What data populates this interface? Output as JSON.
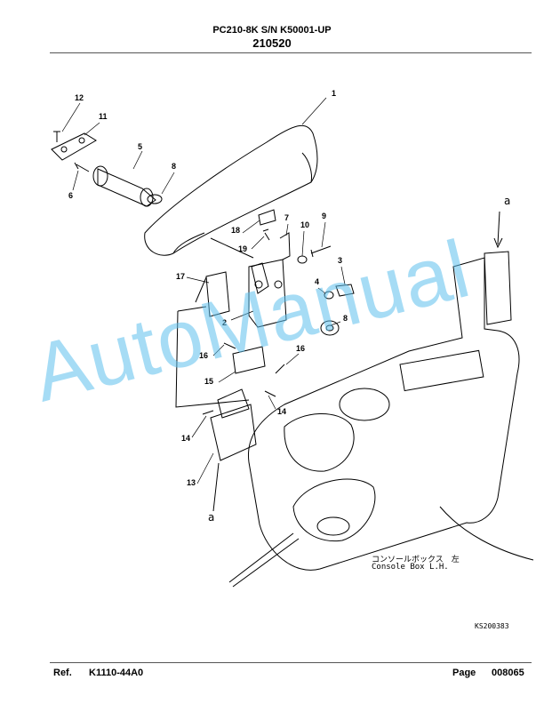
{
  "header": {
    "model": "PC210-8K S/N K50001-UP",
    "code": "210520"
  },
  "footer": {
    "ref_label": "Ref.",
    "ref_value": "K1110-44A0",
    "page_label": "Page",
    "page_value": "008065"
  },
  "diagram": {
    "callouts": [
      "1",
      "2",
      "3",
      "4",
      "5",
      "6",
      "7",
      "8",
      "9",
      "10",
      "11",
      "12",
      "13",
      "14",
      "15",
      "16",
      "17",
      "18",
      "19"
    ],
    "view_letter": "a",
    "caption_jp": "コンソールボックス　左",
    "caption_en": "Console Box L.H.",
    "drawing_number": "KS200383"
  },
  "watermark": "AutoManual"
}
